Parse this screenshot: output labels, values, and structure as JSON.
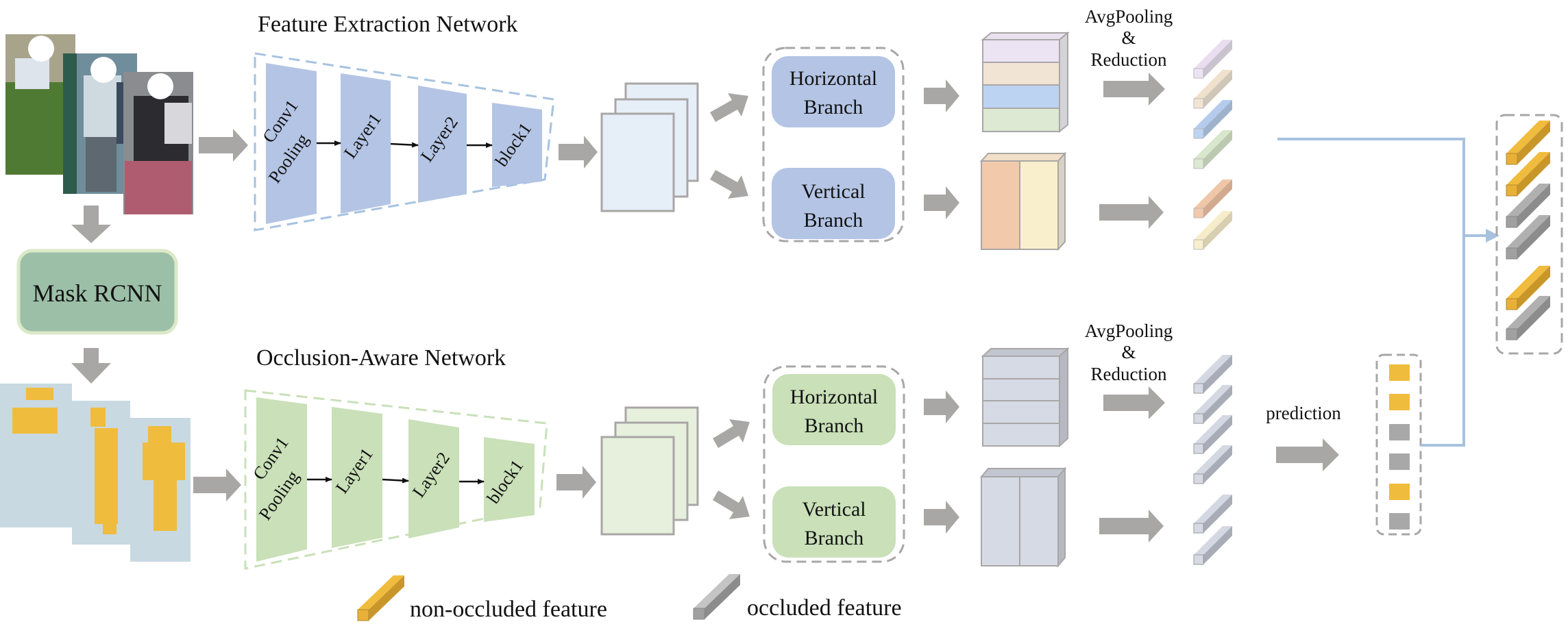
{
  "titles": {
    "top": "Feature Extraction Network",
    "bottom": "Occlusion-Aware Network"
  },
  "mask_rcnn": "Mask RCNN",
  "backbone": {
    "conv1": "Conv1",
    "pooling": "Pooling",
    "layer1": "Layer1",
    "layer2": "Layer2",
    "block1": "block1"
  },
  "branches": {
    "horizontal_line1": "Horizontal",
    "vertical_line1": "Vertical",
    "line2": "Branch"
  },
  "avgpool": {
    "line1": "AvgPooling",
    "line2": "&",
    "line3": "Reduction"
  },
  "prediction": "prediction",
  "legend": {
    "non_occluded": "non-occluded feature",
    "occluded": "occluded feature"
  },
  "colors": {
    "blue": "#b4c4e4",
    "green": "#c9e0b8",
    "gray_arrow": "#a9a6a6",
    "yellow": "#f0bc3e",
    "mask_bg": "#c8d9e2",
    "connector": "#a6c2e0"
  }
}
